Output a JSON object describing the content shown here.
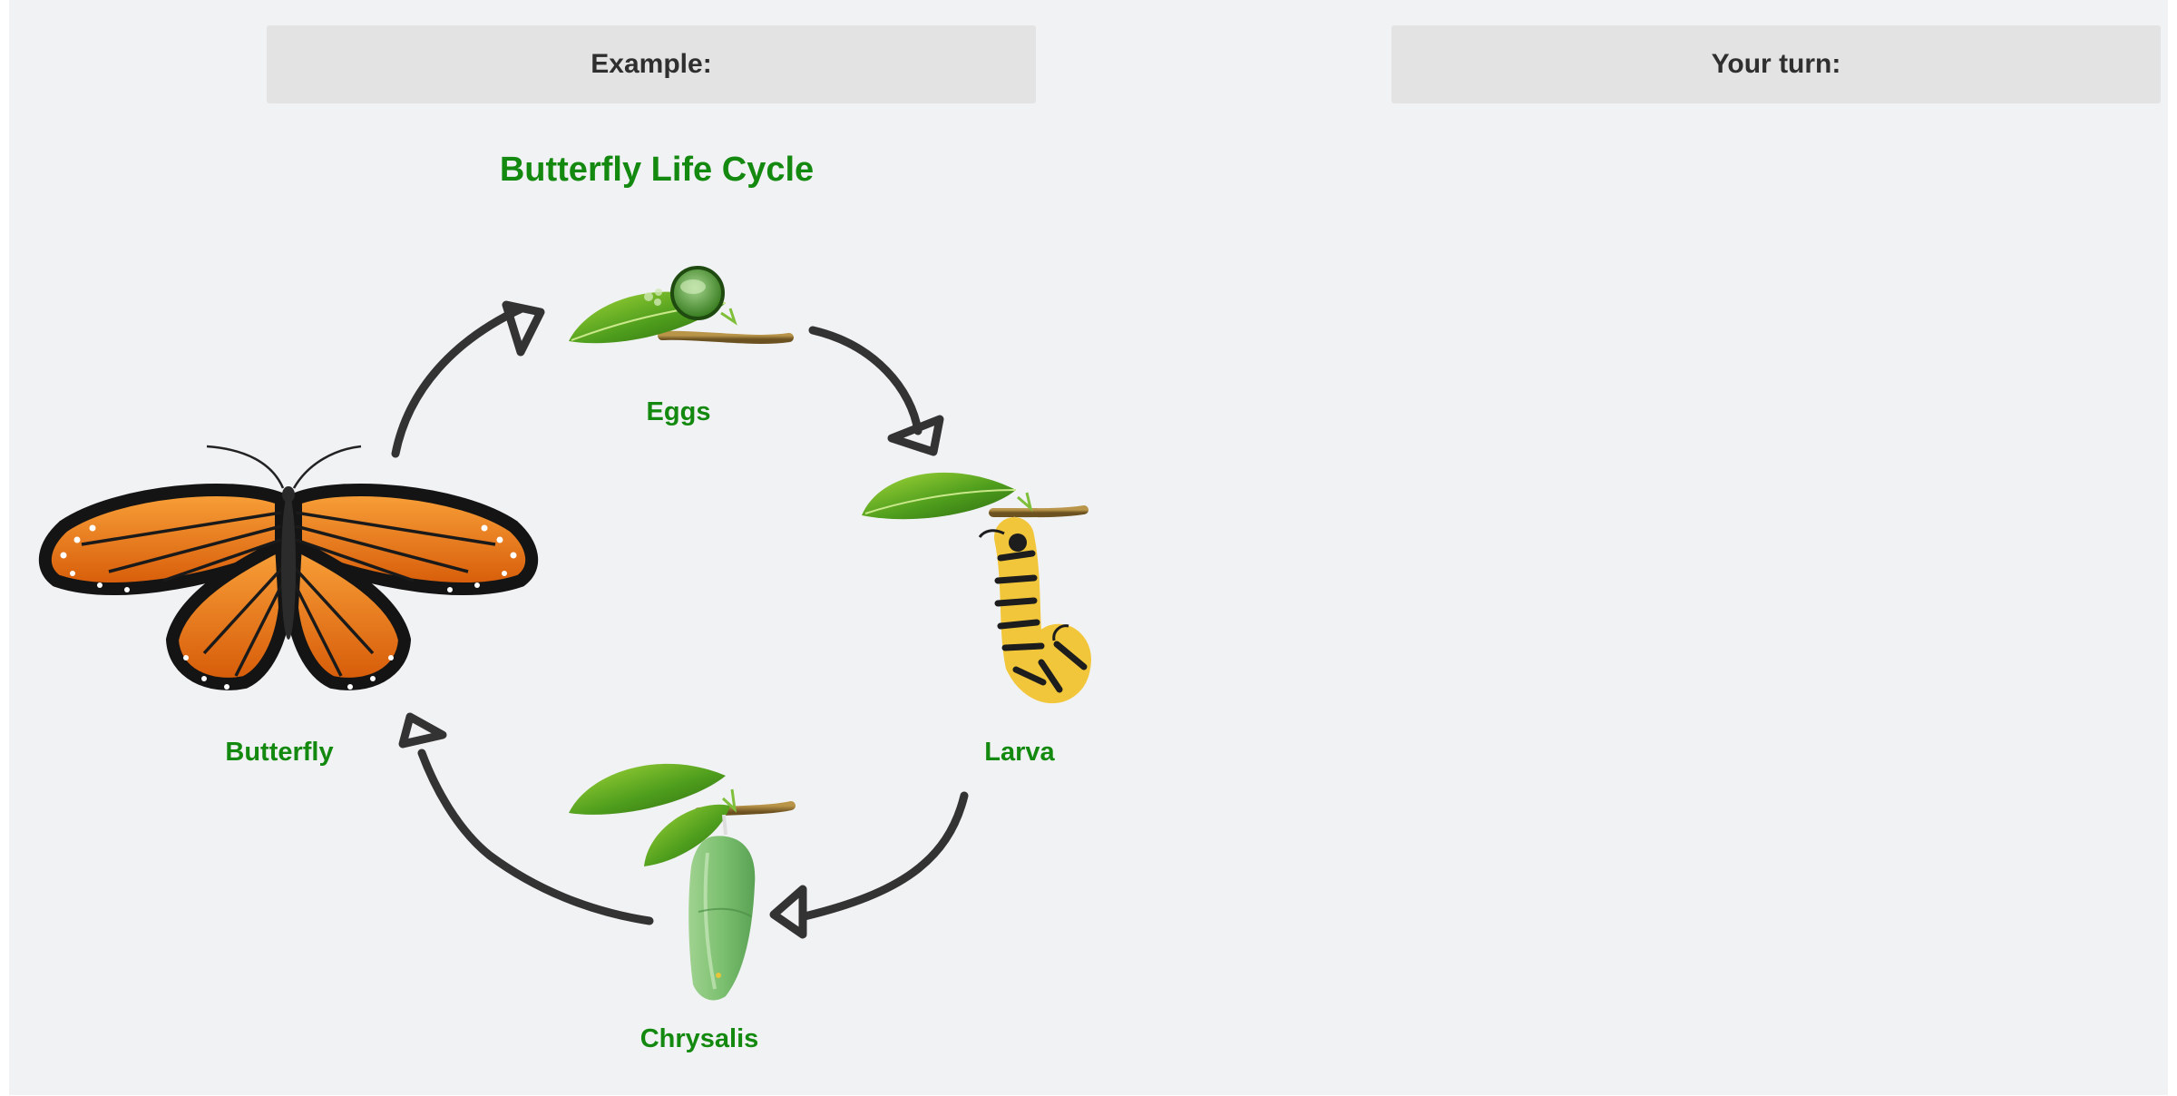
{
  "headers": {
    "example": "Example:",
    "your_turn": "Your turn:"
  },
  "diagram": {
    "title": "Butterfly Life Cycle",
    "stages": [
      {
        "label": "Eggs",
        "icon": "eggs-on-leaf-icon"
      },
      {
        "label": "Larva",
        "icon": "caterpillar-icon"
      },
      {
        "label": "Chrysalis",
        "icon": "chrysalis-icon"
      },
      {
        "label": "Butterfly",
        "icon": "monarch-butterfly-icon"
      }
    ],
    "flow": "clockwise",
    "colors": {
      "label_green": "#13890f",
      "arrow": "#333333",
      "background": "#f1f2f4",
      "header_bg": "#e3e3e3"
    }
  }
}
